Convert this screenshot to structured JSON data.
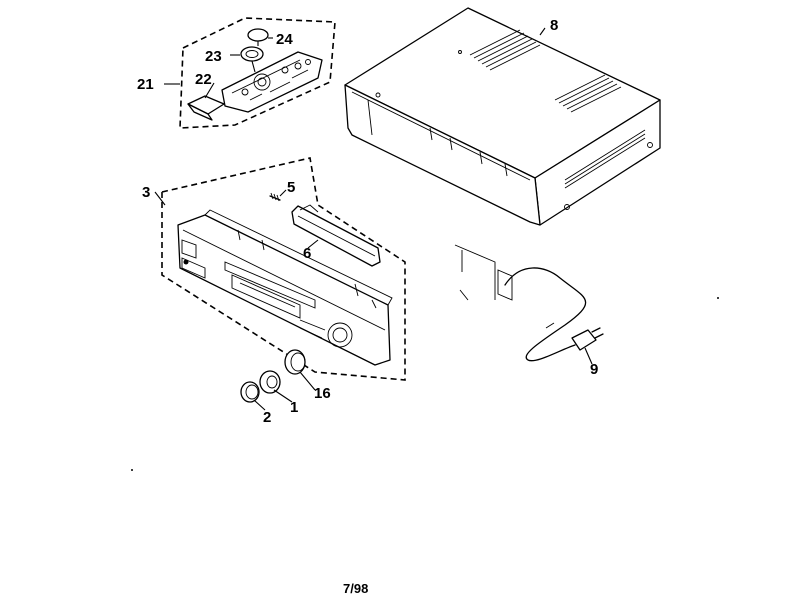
{
  "labels": {
    "part_1": "1",
    "part_2": "2",
    "part_3": "3",
    "part_5": "5",
    "part_6": "6",
    "part_8": "8",
    "part_9": "9",
    "part_16": "16",
    "part_21": "21",
    "part_22": "22",
    "part_23": "23",
    "part_24": "24"
  },
  "footer": {
    "date": "7/98"
  }
}
